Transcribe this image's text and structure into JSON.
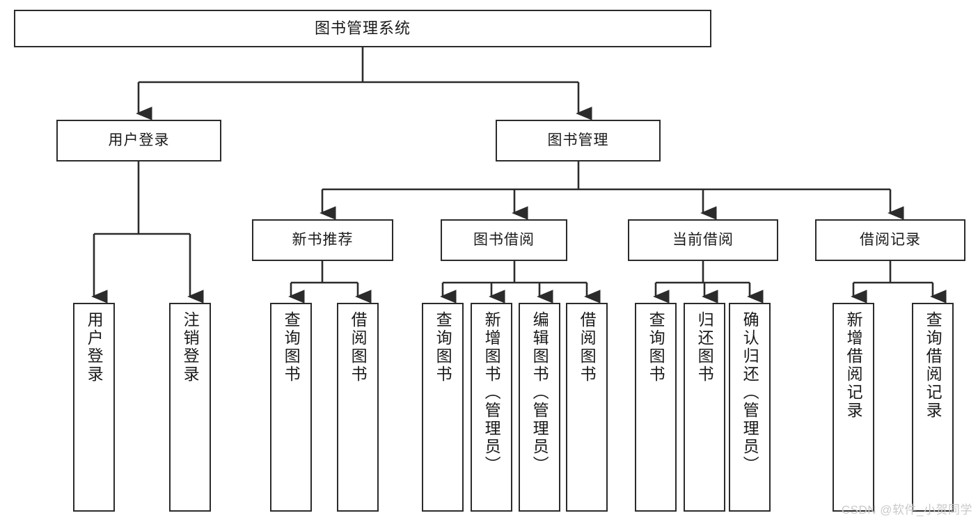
{
  "diagram": {
    "title": "图书管理系统",
    "type": "hierarchy-tree",
    "watermark": "CSDN @软件_小贺同学",
    "colors": {
      "stroke": "#2b2b2b",
      "fill": "#ffffff",
      "text": "#1a1a1a",
      "watermark": "#c9c9c9"
    },
    "nodes": {
      "root": {
        "label": "图书管理系统"
      },
      "level1": [
        {
          "label": "用户登录"
        },
        {
          "label": "图书管理"
        }
      ],
      "level2": [
        {
          "label": "新书推荐"
        },
        {
          "label": "图书借阅"
        },
        {
          "label": "当前借阅"
        },
        {
          "label": "借阅记录"
        }
      ],
      "leaves": {
        "user_login": [
          {
            "label": "用户登录"
          },
          {
            "label": "注销登录"
          }
        ],
        "new_book": [
          {
            "label": "查询图书"
          },
          {
            "label": "借阅图书"
          }
        ],
        "book_borrow": [
          {
            "label": "查询图书"
          },
          {
            "label": "新增图书（管理员）"
          },
          {
            "label": "编辑图书（管理员）"
          },
          {
            "label": "借阅图书"
          }
        ],
        "current_borrow": [
          {
            "label": "查询图书"
          },
          {
            "label": "归还图书"
          },
          {
            "label": "确认归还（管理员）"
          }
        ],
        "borrow_record": [
          {
            "label": "新增借阅记录"
          },
          {
            "label": "查询借阅记录"
          }
        ]
      }
    }
  }
}
